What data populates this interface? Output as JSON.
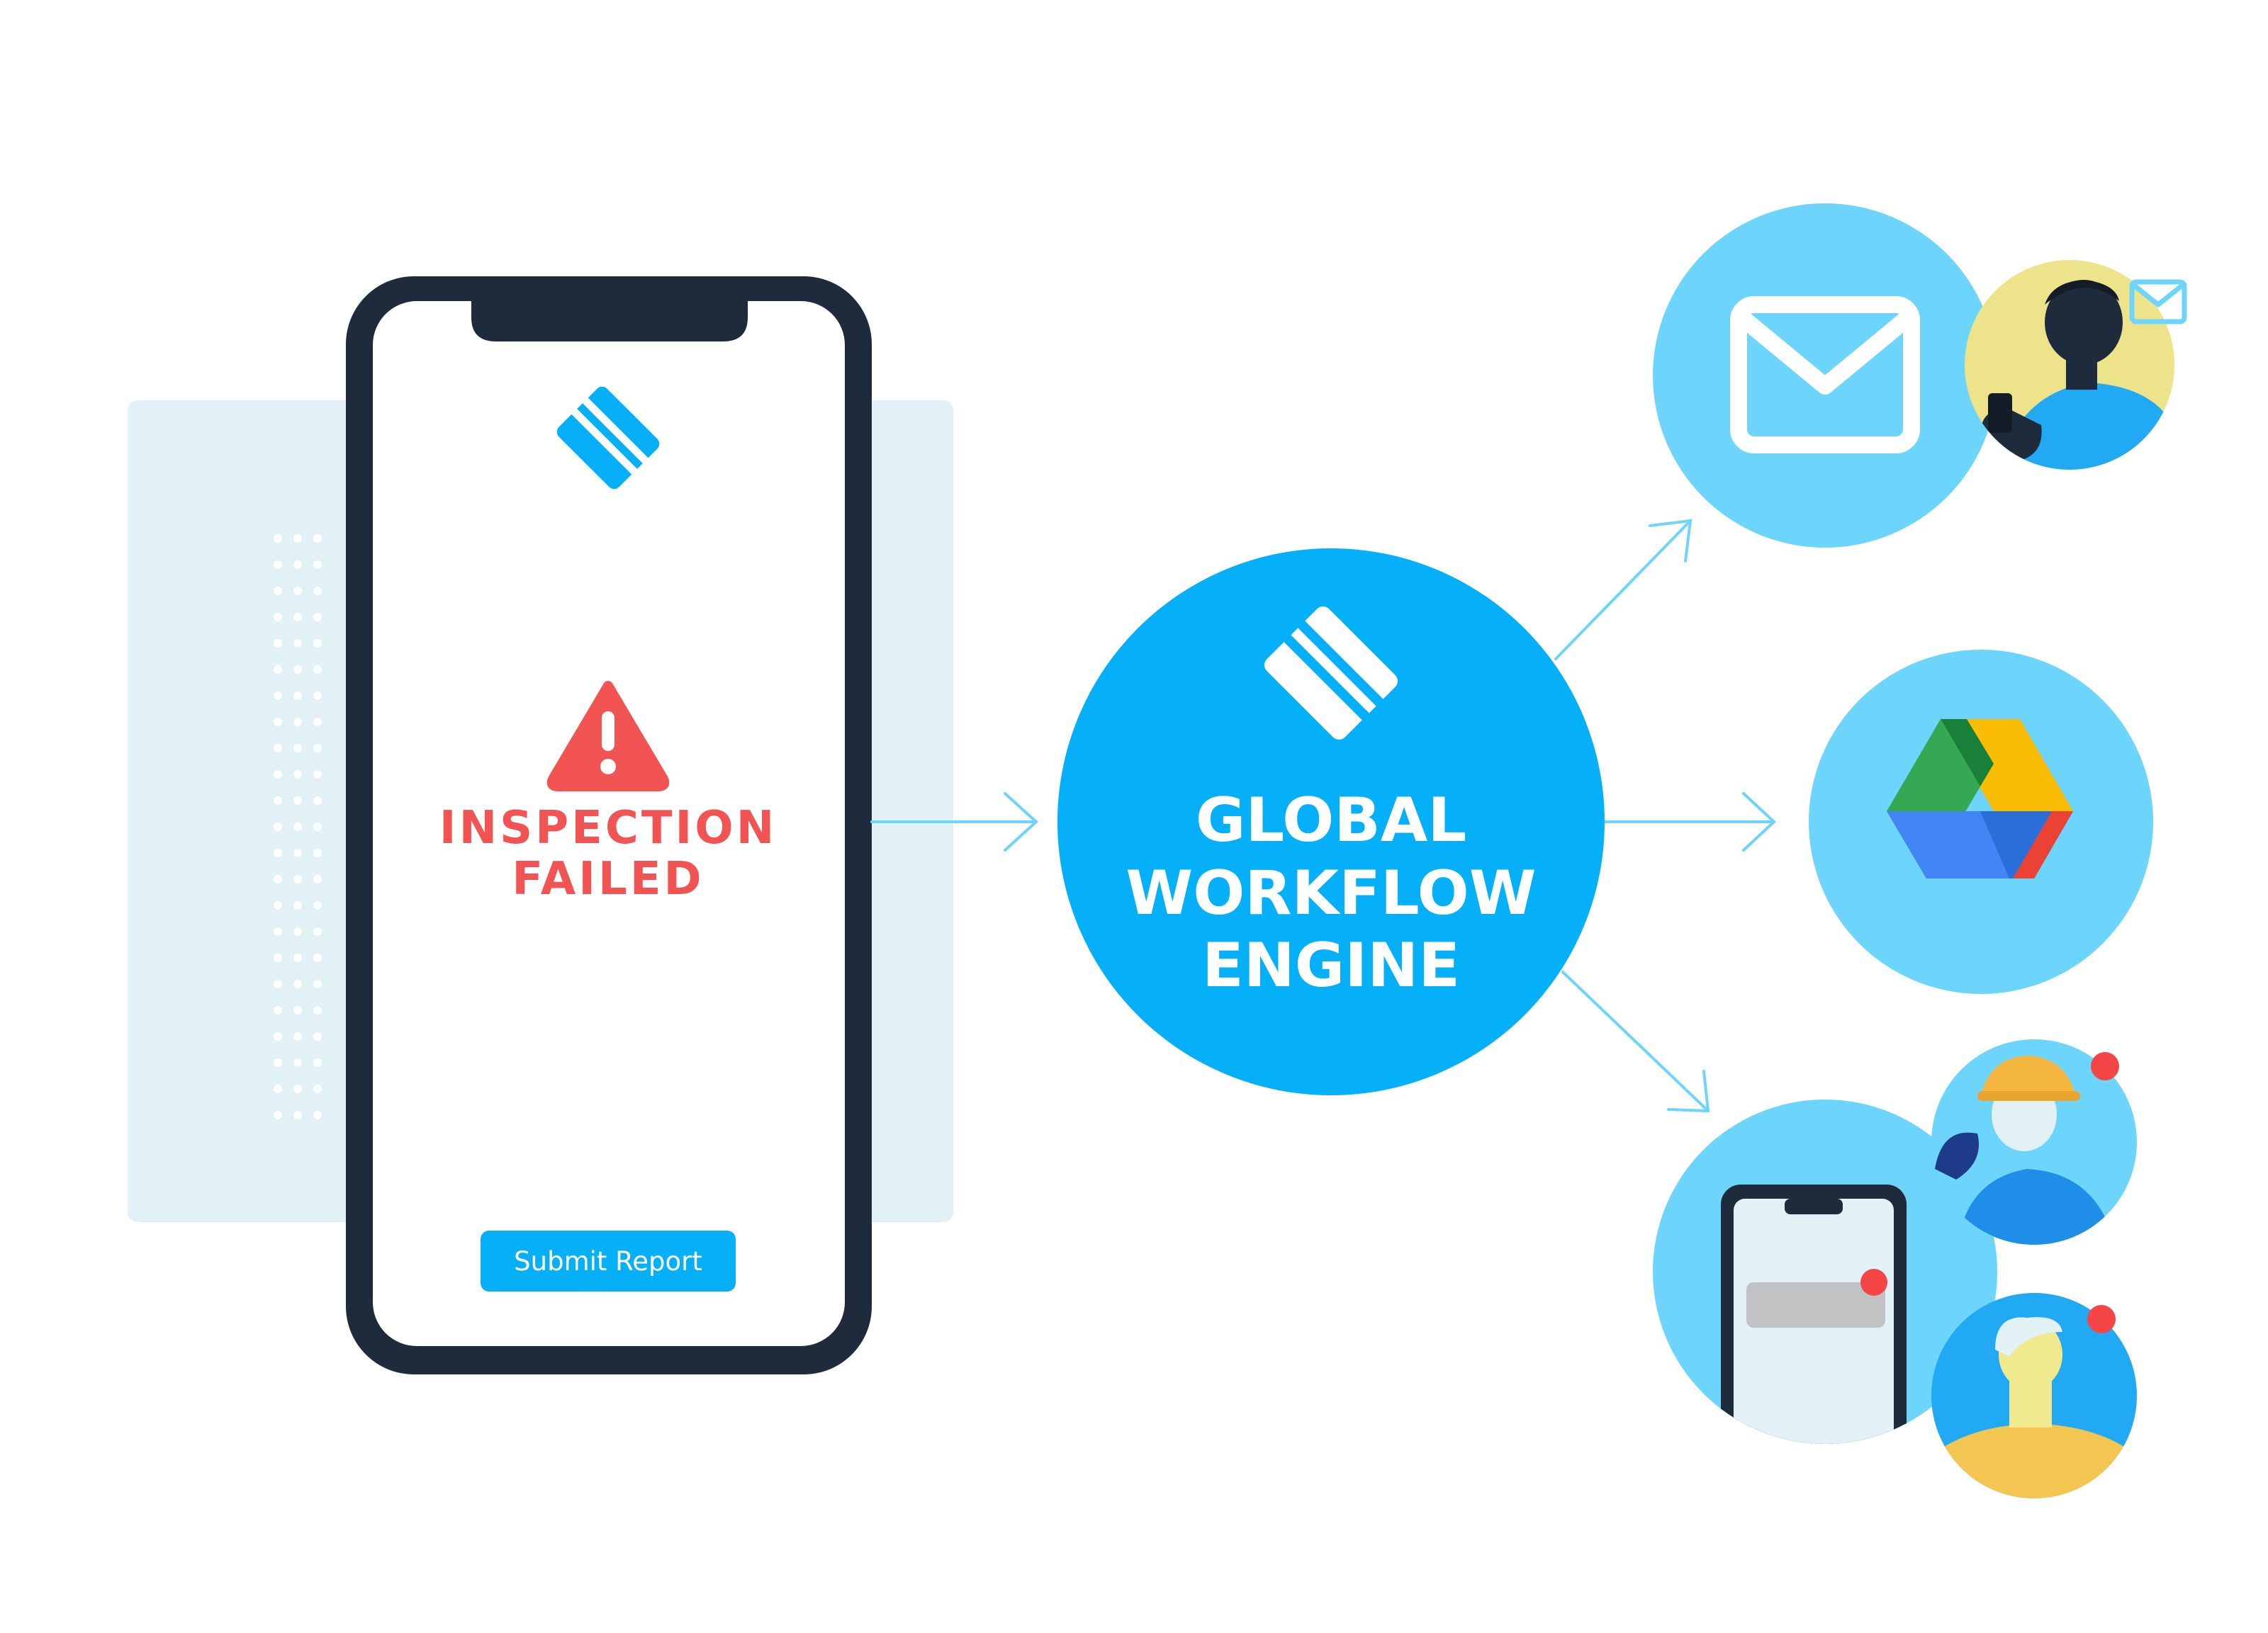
{
  "phone": {
    "alert_line1": "INSPECTION",
    "alert_line2": "FAILED",
    "submit_label": "Submit Report"
  },
  "engine": {
    "line1": "GLOBAL",
    "line2": "WORKFLOW",
    "line3": "ENGINE"
  },
  "colors": {
    "brand_blue": "#05b0f8",
    "light_blue": "#6dd5fb",
    "alert_red": "#f25454",
    "phone_frame": "#1e2b3c",
    "panel_bg": "#e2f1f6"
  },
  "icons": {
    "brand_logo": "safetyculture-logo-icon",
    "alert": "warning-triangle-icon",
    "email": "envelope-icon",
    "drive": "google-drive-icon",
    "mobile": "mobile-notification-icon"
  }
}
